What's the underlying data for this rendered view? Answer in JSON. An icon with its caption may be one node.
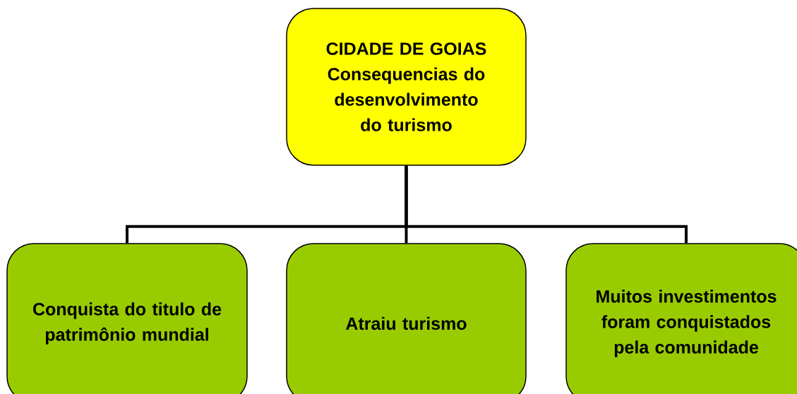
{
  "diagram": {
    "nodes": [
      {
        "text": [
          "CIDADE DE GOIAS",
          "Consequencias do desenvolvimento do turismo"
        ]
      },
      {
        "text": [
          "Conquista do titulo de patrimônio mundial"
        ]
      },
      {
        "text": [
          "Atraiu turismo"
        ]
      },
      {
        "text": [
          "Muitos investimentos foram conquistados pela comunidade"
        ]
      }
    ],
    "edges": [
      {
        "from": 0,
        "to": 1,
        "arrow": "none"
      },
      {
        "from": 0,
        "to": 2,
        "arrow": "none"
      },
      {
        "from": 0,
        "to": 3,
        "arrow": "none"
      }
    ]
  }
}
